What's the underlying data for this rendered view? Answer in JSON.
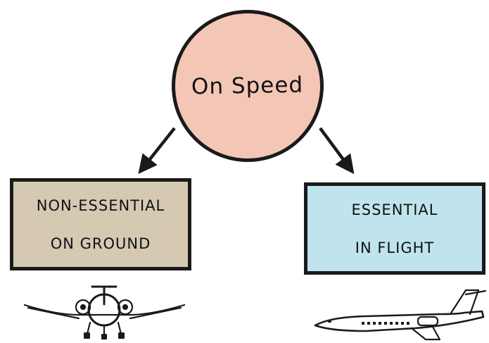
{
  "center": {
    "label": "On Speed",
    "fill": "#f3c6b6"
  },
  "left_box": {
    "line1": "Non-Essential",
    "line2": "on Ground",
    "fill": "#d5c9b2"
  },
  "right_box": {
    "line1": "Essential",
    "line2": "In flight",
    "fill": "#bfe4ee"
  },
  "illustrations": {
    "left": "jet-front-view-on-ground-icon",
    "right": "jet-side-view-in-flight-icon"
  },
  "colors": {
    "ink": "#1a1a1a"
  }
}
